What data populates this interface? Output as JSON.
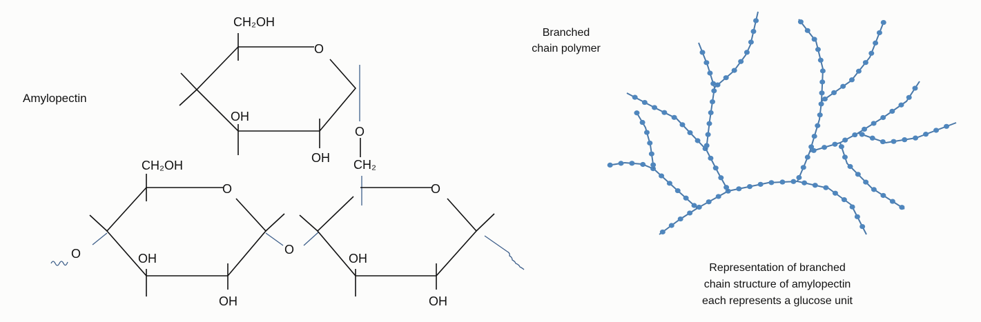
{
  "title": "Amylopectin",
  "structure_labels": {
    "top_ring": {
      "ch2oh": "CH₂OH",
      "ring_o": "O",
      "oh_c3": "OH",
      "oh_c2": "OH"
    },
    "linkage": {
      "o": "O",
      "ch2": "CH₂"
    },
    "left_ring": {
      "ch2oh": "CH₂OH",
      "ring_o": "O",
      "oh_c3": "OH",
      "oh_c2": "OH",
      "end_o": "O"
    },
    "bridge_o": "O",
    "right_ring": {
      "ring_o": "O",
      "oh_c3": "OH",
      "oh_c2": "OH"
    }
  },
  "polymer_title": [
    "Branched",
    "chain polymer"
  ],
  "caption": [
    "Representation of branched",
    "chain structure of amylopectin",
    "each represents a glucose unit"
  ],
  "colors": {
    "chain": "#4a78a8",
    "glucose_dot": "#4f86bd",
    "bond": "#111111"
  }
}
